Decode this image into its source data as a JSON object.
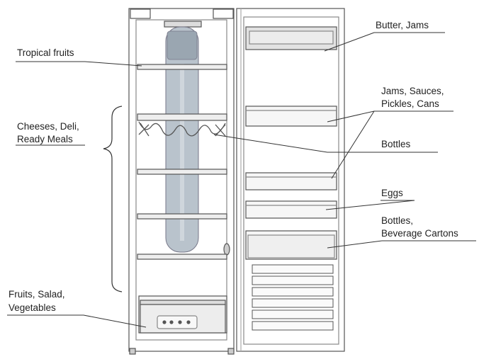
{
  "labels": {
    "tropical_fruits": "Tropical fruits",
    "cheeses_line1": "Cheeses, Deli,",
    "cheeses_line2": "Ready Meals",
    "fruits_line1": "Fruits, Salad,",
    "fruits_line2": "Vegetables",
    "butter_jams": "Butter, Jams",
    "jams_line1": "Jams, Sauces,",
    "jams_line2": "Pickles, Cans",
    "bottles": "Bottles",
    "eggs": "Eggs",
    "bottles_cartons_line1": "Bottles,",
    "bottles_cartons_line2": "Beverage Cartons"
  },
  "colors": {
    "line": "#333333",
    "outline": "#555555",
    "light_outline": "#8a8a8a",
    "cylinder": "#b9c3cc",
    "cylinder_dark": "#9aa6b1",
    "door_bin": "#e2e2e2"
  }
}
